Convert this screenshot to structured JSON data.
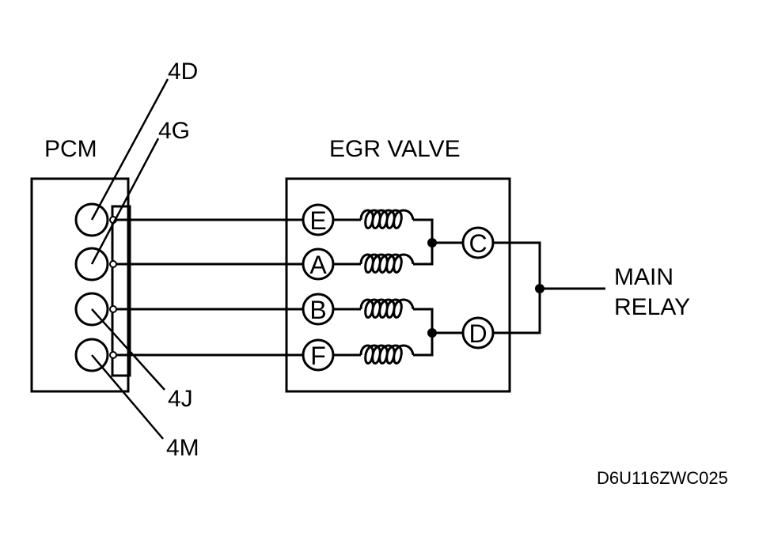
{
  "labels": {
    "pcm": "PCM",
    "egr_valve": "EGR VALVE",
    "main": "MAIN",
    "relay": "RELAY",
    "figure_code": "D6U116ZWC025"
  },
  "pcm_terminals": [
    "4D",
    "4G",
    "4J",
    "4M"
  ],
  "egr_pins": [
    "E",
    "A",
    "B",
    "F",
    "C",
    "D"
  ],
  "colors": {
    "line": "#000000",
    "background": "#ffffff"
  }
}
